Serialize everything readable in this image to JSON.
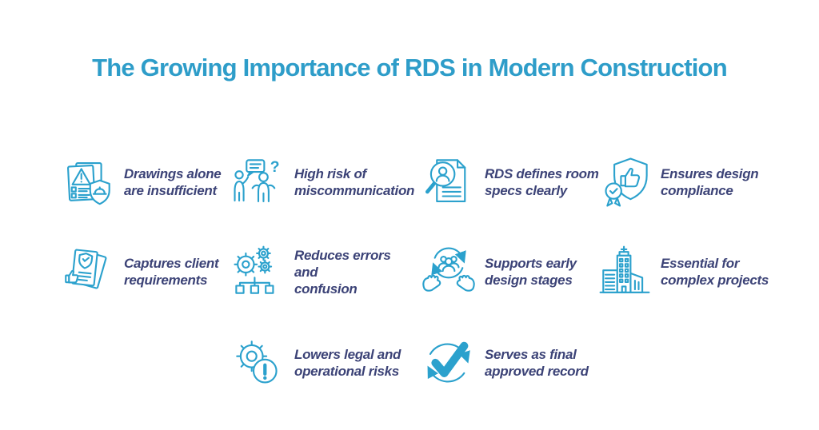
{
  "title": "The Growing Importance of RDS in Modern Construction",
  "colors": {
    "title": "#2E9DC9",
    "caption_text": "#3C4377",
    "icon_stroke": "#2BA1CD",
    "background": "#FFFFFF"
  },
  "items": [
    {
      "icon": "documents-warning-helmet",
      "lines": [
        "Drawings alone",
        "are insufficient"
      ]
    },
    {
      "icon": "people-miscommunication",
      "lines": [
        "High risk of",
        "miscommunication"
      ]
    },
    {
      "icon": "document-magnifier-person",
      "lines": [
        "RDS defines room",
        "specs clearly"
      ]
    },
    {
      "icon": "shield-thumbsup-badge",
      "lines": [
        "Ensures design",
        "compliance"
      ]
    },
    {
      "icon": "document-shield-thumbsup",
      "lines": [
        "Captures client",
        "requirements"
      ]
    },
    {
      "icon": "gears-flowchart",
      "lines": [
        "Reduces errors and",
        "confusion"
      ]
    },
    {
      "icon": "hands-team-cycle",
      "lines": [
        "Supports early",
        "design stages"
      ]
    },
    {
      "icon": "city-buildings",
      "lines": [
        "Essential for",
        "complex projects"
      ]
    },
    {
      "icon": "gear-warning",
      "lines": [
        "Lowers legal and",
        "operational risks"
      ]
    },
    {
      "icon": "checkmark-cycle",
      "lines": [
        "Serves as final",
        "approved record"
      ]
    }
  ]
}
